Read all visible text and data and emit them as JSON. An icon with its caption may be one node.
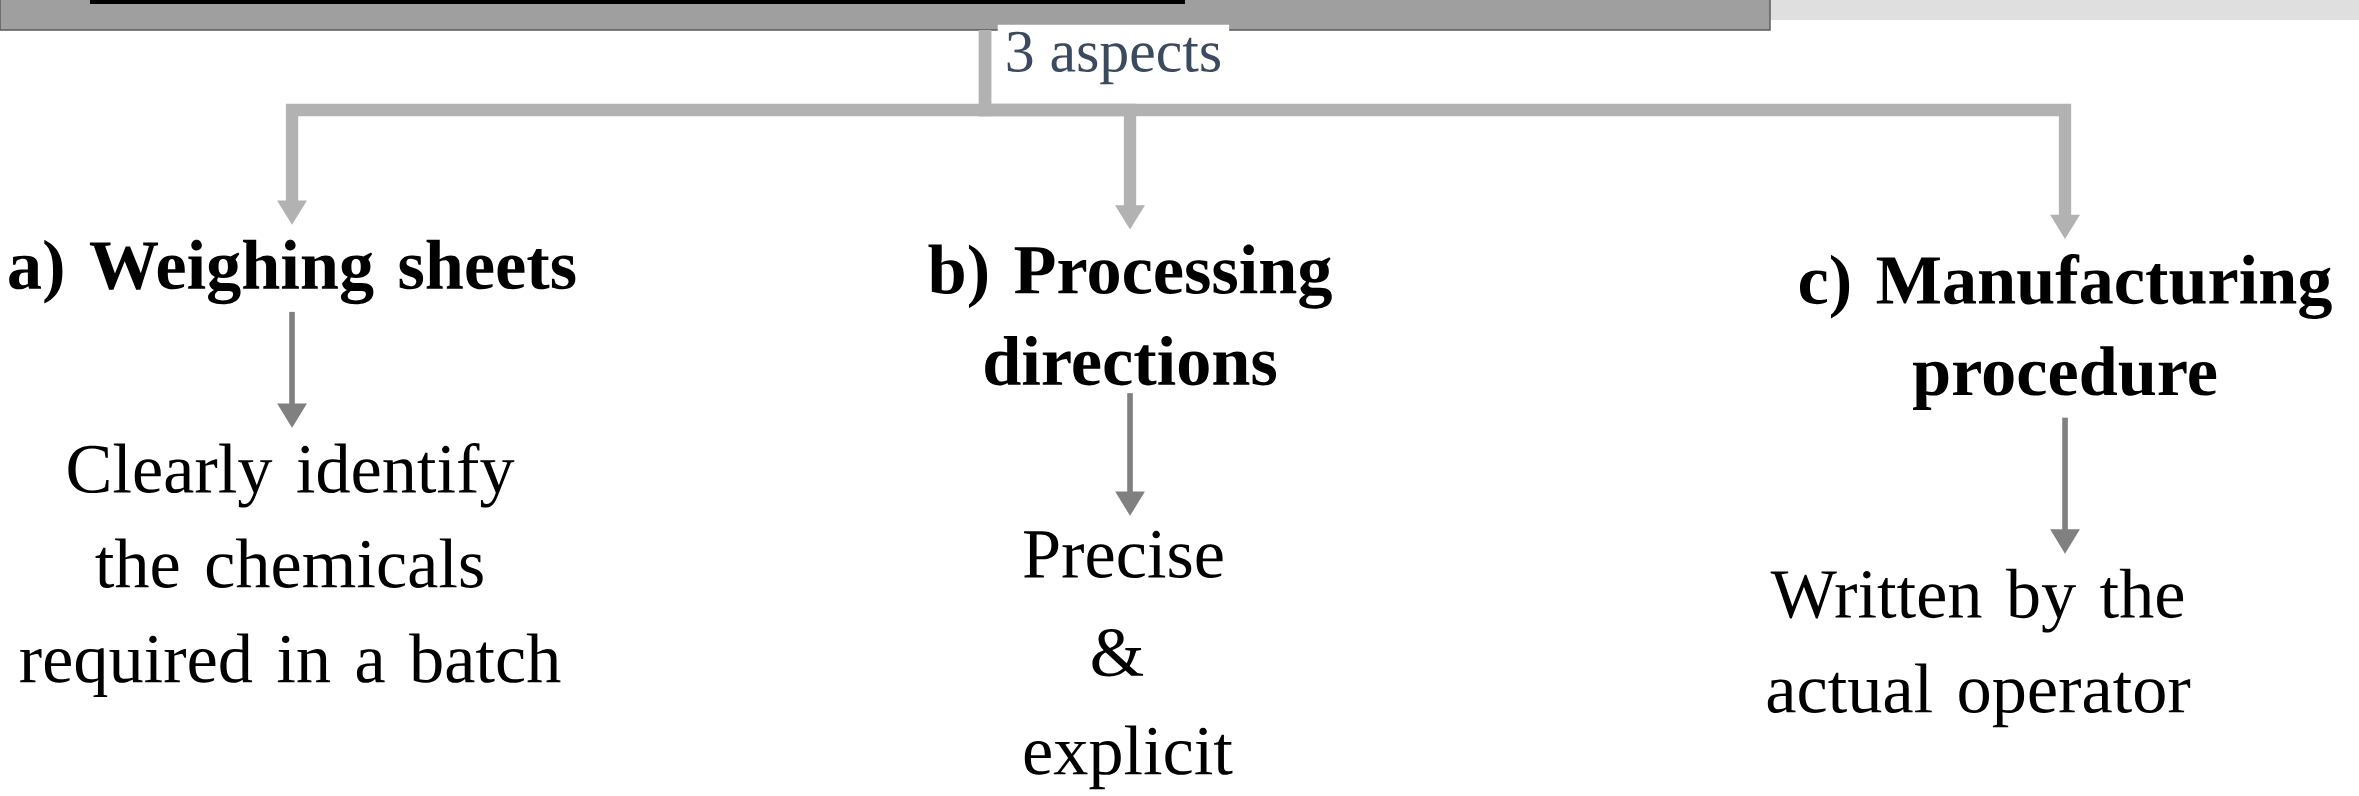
{
  "diagram": {
    "nodes": [
      {
        "text": [],
        "shape": "box"
      },
      {
        "text": [
          "a) Weighing sheets"
        ]
      },
      {
        "text": [
          "b) Processing directions"
        ]
      },
      {
        "text": [
          "c) Manufacturing procedure"
        ]
      },
      {
        "text": [
          "Clearly identify the chemicals required in a batch"
        ]
      },
      {
        "text": [
          "Precise & explicit"
        ]
      },
      {
        "text": [
          "Written by the actual operator"
        ]
      }
    ],
    "edges": [
      {
        "from": 0,
        "to": 1,
        "arrow": "to",
        "style": "thick",
        "label": "3 aspects"
      },
      {
        "from": 0,
        "to": 2,
        "arrow": "to",
        "style": "thick"
      },
      {
        "from": 0,
        "to": 3,
        "arrow": "to",
        "style": "thick"
      },
      {
        "from": 1,
        "to": 4,
        "arrow": "to"
      },
      {
        "from": 2,
        "to": 5,
        "arrow": "to"
      },
      {
        "from": 3,
        "to": 6,
        "arrow": "to"
      }
    ]
  }
}
